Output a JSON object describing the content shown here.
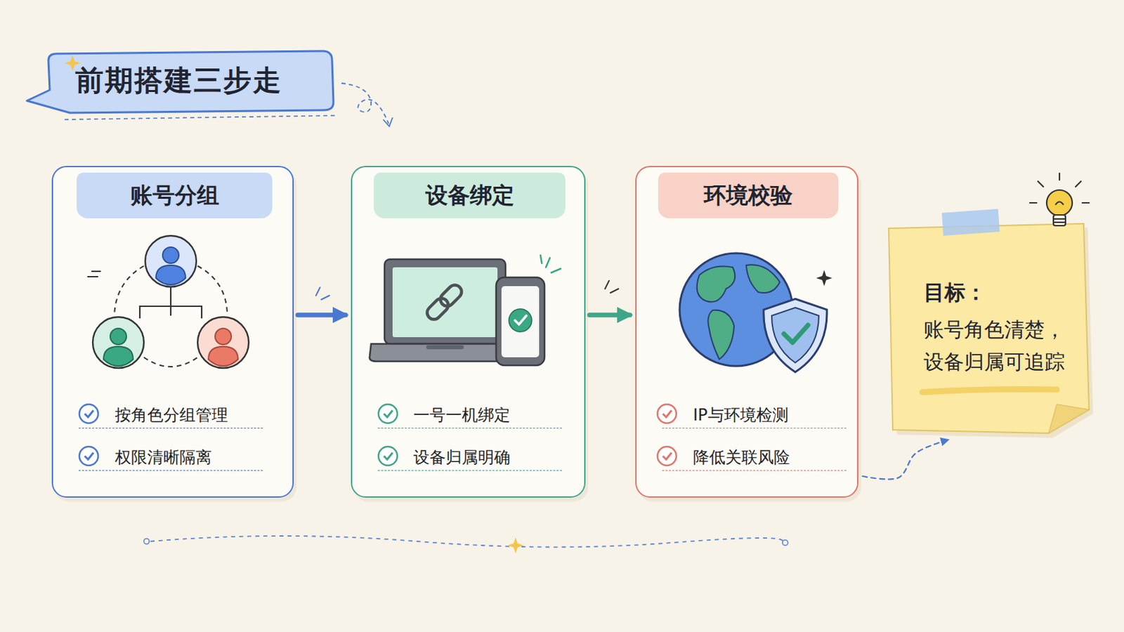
{
  "diagram": {
    "title": "前期搭建三步走",
    "nodes": [
      {
        "text": [
          "账号分组",
          "按角色分组管理",
          "权限清晰隔离"
        ]
      },
      {
        "text": [
          "设备绑定",
          "一号一机绑定",
          "设备归属明确"
        ]
      },
      {
        "text": [
          "环境校验",
          "IP与环境检测",
          "降低关联风险"
        ]
      },
      {
        "text": [
          "目标：",
          "账号角色清楚， 设备归属可追踪"
        ]
      }
    ],
    "edges": [
      {
        "from": 0,
        "to": 1,
        "arrow": "to"
      },
      {
        "from": 1,
        "to": 2,
        "arrow": "to"
      },
      {
        "from": 2,
        "to": 3,
        "arrow": "to"
      }
    ]
  }
}
